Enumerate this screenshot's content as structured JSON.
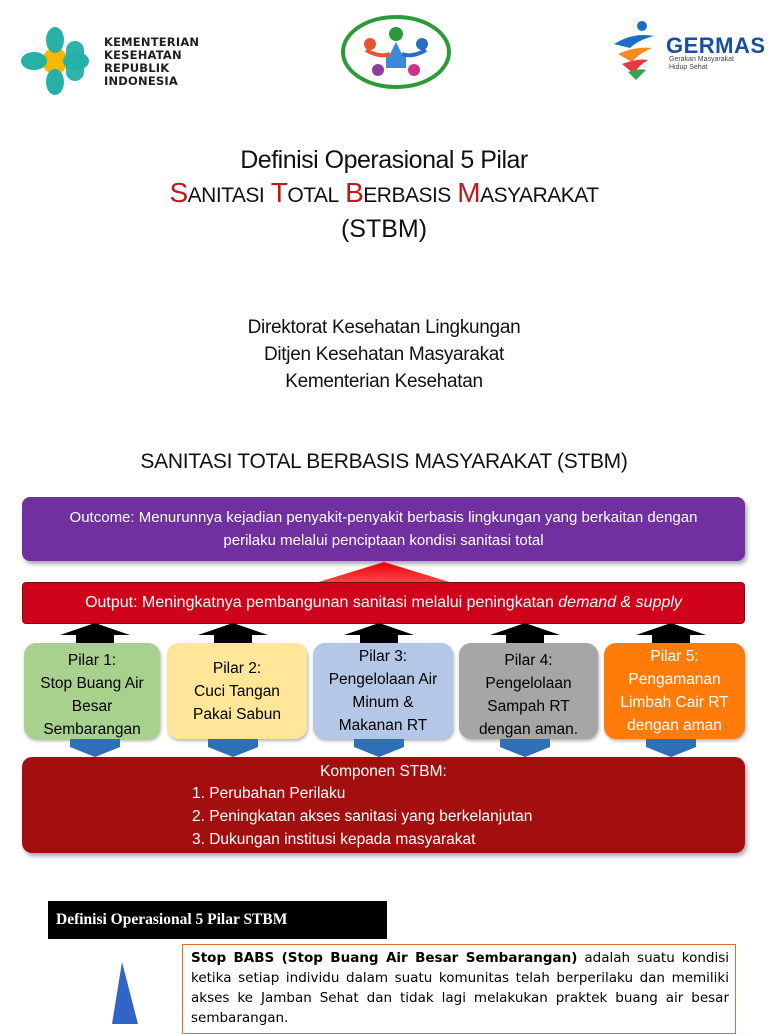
{
  "header": {
    "kemenkes_lines": [
      "KEMENTERIAN",
      "KESEHATAN",
      "REPUBLIK",
      "INDONESIA"
    ],
    "germas_title": "GERMAS",
    "germas_subtitle_lines": [
      "Gerakan Masyarakat",
      "Hidup Sehat"
    ]
  },
  "title": {
    "line1": "Definisi Operasional 5 Pilar",
    "words": [
      {
        "cap": "S",
        "rest": "anitasi"
      },
      {
        "cap": "T",
        "rest": "otal"
      },
      {
        "cap": "B",
        "rest": "erbasis"
      },
      {
        "cap": "M",
        "rest": "asyarakat"
      }
    ],
    "line3": "(STBM)"
  },
  "org": {
    "line1": "Direktorat Kesehatan Lingkungan",
    "line2": "Ditjen Kesehatan Masyarakat",
    "line3": "Kementerian Kesehatan"
  },
  "diagram": {
    "heading": "SANITASI TOTAL BERBASIS MASYARAKAT (STBM)",
    "outcome_line1": "Outcome: Menurunnya kejadian penyakit-penyakit berbasis lingkungan yang berkaitan dengan",
    "outcome_line2": "perilaku melalui penciptaan kondisi sanitasi total",
    "output_text": "Output: Meningkatnya pembangunan sanitasi melalui peningkatan ",
    "output_emph": "demand & supply",
    "pillars": [
      {
        "lines": [
          "Pilar 1:",
          "Stop Buang Air",
          "Besar",
          "Sembarangan"
        ],
        "bg": "#a9d18e",
        "color": "#000000"
      },
      {
        "lines": [
          "Pilar 2:",
          "Cuci Tangan",
          "Pakai Sabun"
        ],
        "bg": "#ffe699",
        "color": "#000000"
      },
      {
        "lines": [
          "Pilar 3:",
          "Pengelolaan Air",
          "Minum &",
          "Makanan RT"
        ],
        "bg": "#b4c7e7",
        "color": "#000000"
      },
      {
        "lines": [
          "Pilar 4:",
          "Pengelolaan",
          "Sampah RT",
          "dengan aman."
        ],
        "bg": "#a6a6a6",
        "color": "#000000"
      },
      {
        "lines": [
          "Pilar 5:",
          "Pengamanan",
          "Limbah Cair RT",
          "dengan  aman"
        ],
        "bg": "#ff7c0a",
        "color": "#ffffff"
      }
    ],
    "komponen_title": "Komponen STBM:",
    "komponen_items": [
      "1.  Perubahan Perilaku",
      "2.  Peningkatan akses sanitasi yang berkelanjutan",
      "3.  Dukungan institusi kepada masyarakat"
    ]
  },
  "definition": {
    "header": "Definisi Operasional 5 Pilar STBM",
    "bold_term": "Stop BABS (Stop Buang Air Besar Sembarangan)",
    "text": " adalah suatu kondisi ketika setiap individu dalam suatu komunitas telah berperilaku dan memiliki akses ke Jamban Sehat dan tidak lagi melakukan praktek buang air besar sembarangan."
  }
}
